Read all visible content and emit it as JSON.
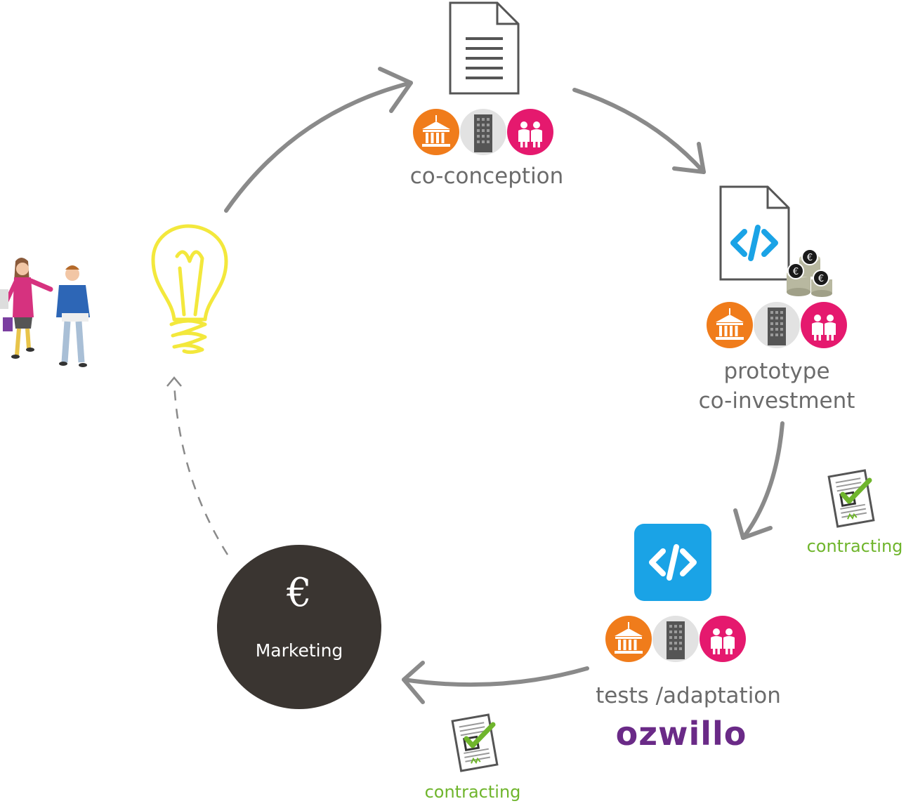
{
  "colors": {
    "arrow": "#8a8a8a",
    "orange": "#f07c1b",
    "grey": "#e2e2e2",
    "pink": "#e5196e",
    "blue": "#1aa3e6",
    "yellow": "#f3e83c",
    "green": "#6fb52c",
    "dark": "#3a3531",
    "purple": "#6a2a87"
  },
  "icons": {
    "users": "users-illustration",
    "idea": "lightbulb-icon",
    "document": "document-icon",
    "code_file": "code-file-icon",
    "coins": "euro-coins-icon",
    "code_tile": "code-tile-icon",
    "contract": "contract-checked-icon",
    "institution": "institution-icon",
    "company": "building-icon",
    "citizens": "people-icon"
  },
  "stages": {
    "co_conception": "co-conception",
    "prototype": "prototype\nco-investment",
    "tests": "tests /adaptation",
    "brand": "ozwillo",
    "marketing_symbol": "€",
    "marketing": "Marketing"
  },
  "contracting": {
    "right": "contracting",
    "bottom": "contracting"
  }
}
